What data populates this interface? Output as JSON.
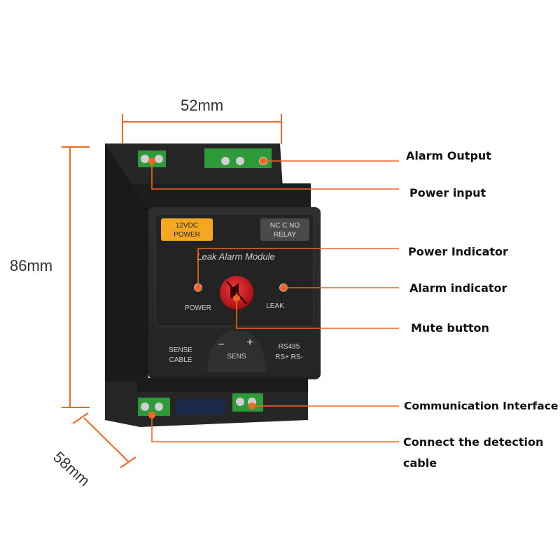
{
  "dimensions": {
    "width": "52mm",
    "height": "86mm",
    "depth": "58mm"
  },
  "module": {
    "name": "Leak Alarm Module",
    "power_badge_line1": "12VDC",
    "power_badge_line2": "POWER",
    "relay_line1": "NC  C  NO",
    "relay_line2": "RELAY",
    "power_label": "POWER",
    "leak_label": "LEAK",
    "sense_line1": "SENSE",
    "sense_line2": "CABLE",
    "sens_minus": "−",
    "sens_plus": "+",
    "sens_label": "SENS",
    "rs485_line1": "RS485",
    "rs485_line2": "RS+  RS-"
  },
  "callouts": {
    "alarm_output": "Alarm Output",
    "power_input": "Power input",
    "power_indicator": "Power Indicator",
    "alarm_indicator": "Alarm indicator",
    "mute_button": "Mute button",
    "communication_interface": "Communication Interface",
    "detection_cable_line1": "Connect the detection",
    "detection_cable_line2": "cable"
  },
  "colors": {
    "accent": "#F26522",
    "badge": "#F5A623",
    "mute_button": "#D7191C",
    "housing": "#2b2b2b",
    "terminal_green": "#2e9a3a"
  }
}
